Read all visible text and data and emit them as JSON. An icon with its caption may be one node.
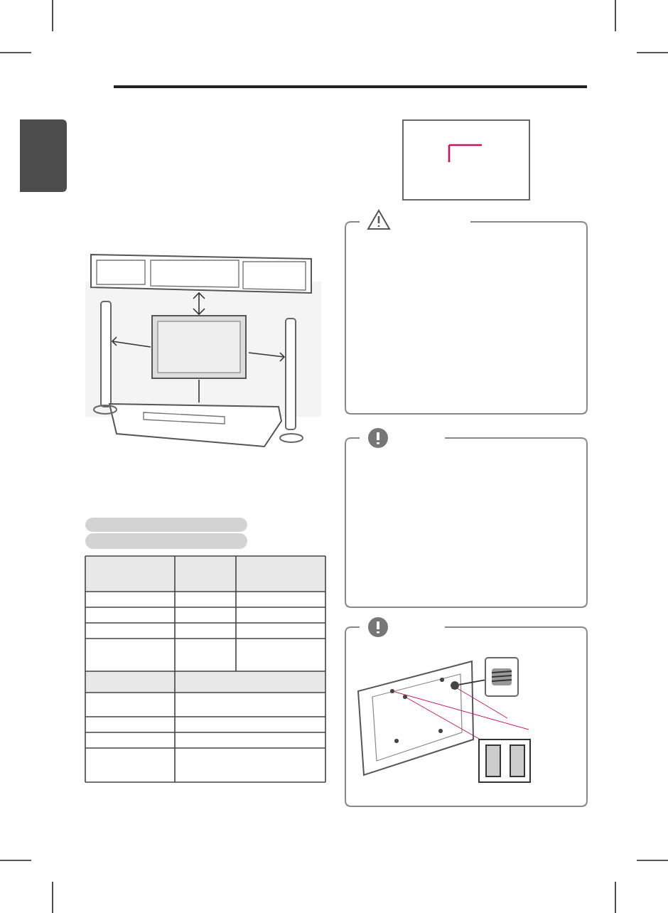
{
  "diagram": {
    "nodes": [
      {
        "text": [],
        "shape": "box"
      },
      {
        "text": [],
        "shape": "box"
      },
      {
        "text": [],
        "shape": "box"
      },
      {
        "text": [],
        "shape": "box"
      },
      {
        "text": [],
        "shape": "picture",
        "in": 3
      },
      {
        "text": [],
        "shape": "circle",
        "in": 3
      }
    ],
    "edges": [
      {
        "from": 4,
        "to": 5,
        "arrow": "none"
      }
    ]
  }
}
